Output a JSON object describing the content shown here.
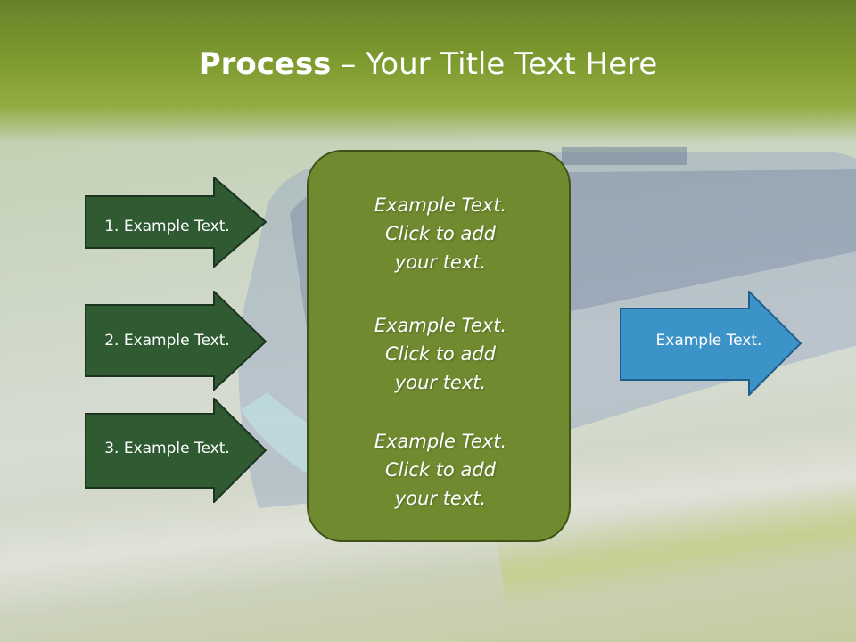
{
  "slide": {
    "title_bold": "Process",
    "title_rest": " – Your Title Text Here"
  },
  "left_arrows": [
    {
      "label": "1. Example Text."
    },
    {
      "label": "2. Example Text."
    },
    {
      "label": "3. Example Text."
    }
  ],
  "center_box": {
    "paragraphs": [
      {
        "line1": "Example Text.",
        "line2": "Click  to add",
        "line3": "your text."
      },
      {
        "line1": "Example Text.",
        "line2": "Click  to add",
        "line3": "your text."
      },
      {
        "line1": "Example Text.",
        "line2": "Click  to add",
        "line3": "your text."
      }
    ]
  },
  "right_arrow": {
    "label": "Example Text."
  },
  "colors": {
    "title_band": "#7f9c30",
    "left_arrow_fill": "#2f5a32",
    "center_box_fill": "#6f8a2f",
    "right_arrow_fill": "#3b93c8"
  }
}
